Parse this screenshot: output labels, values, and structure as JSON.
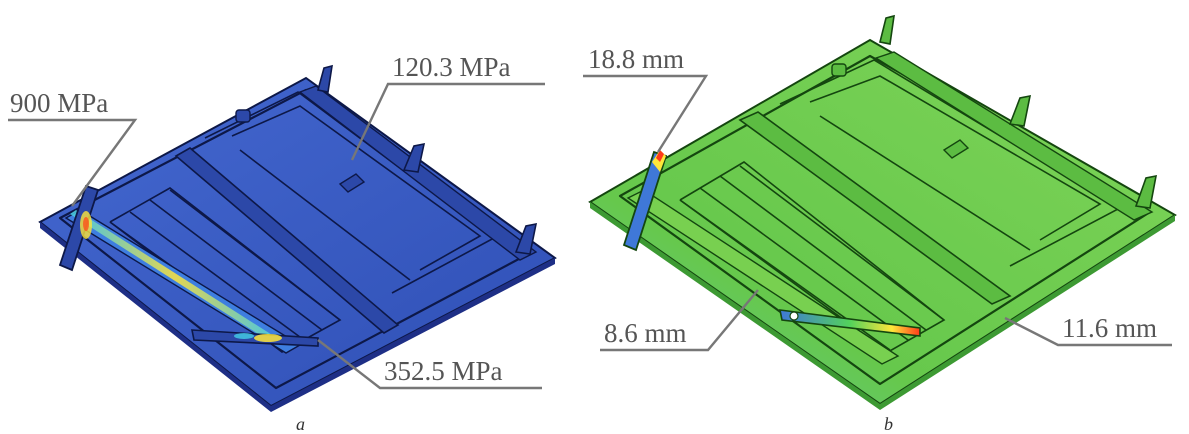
{
  "panels": [
    {
      "id": "a",
      "caption": "a",
      "field": "stress",
      "colors": {
        "base": "#3a5cc4",
        "dark": "#1e2f86",
        "edge": "#0d1848",
        "hot": "#ff4a1a",
        "warm": "#ffe63a",
        "mid": "#45d0e6"
      },
      "callouts": [
        {
          "label": "900 MPa"
        },
        {
          "label": "120.3 MPa"
        },
        {
          "label": "352.5 MPa"
        }
      ]
    },
    {
      "id": "b",
      "caption": "b",
      "field": "displacement",
      "colors": {
        "base": "#6ccc4c",
        "dark": "#3d9a33",
        "edge": "#14460f",
        "hot": "#ff3a1a",
        "warm": "#ffe63a",
        "mid": "#3f78d8"
      },
      "callouts": [
        {
          "label": "18.8 mm"
        },
        {
          "label": "8.6 mm"
        },
        {
          "label": "11.6 mm"
        }
      ]
    }
  ]
}
